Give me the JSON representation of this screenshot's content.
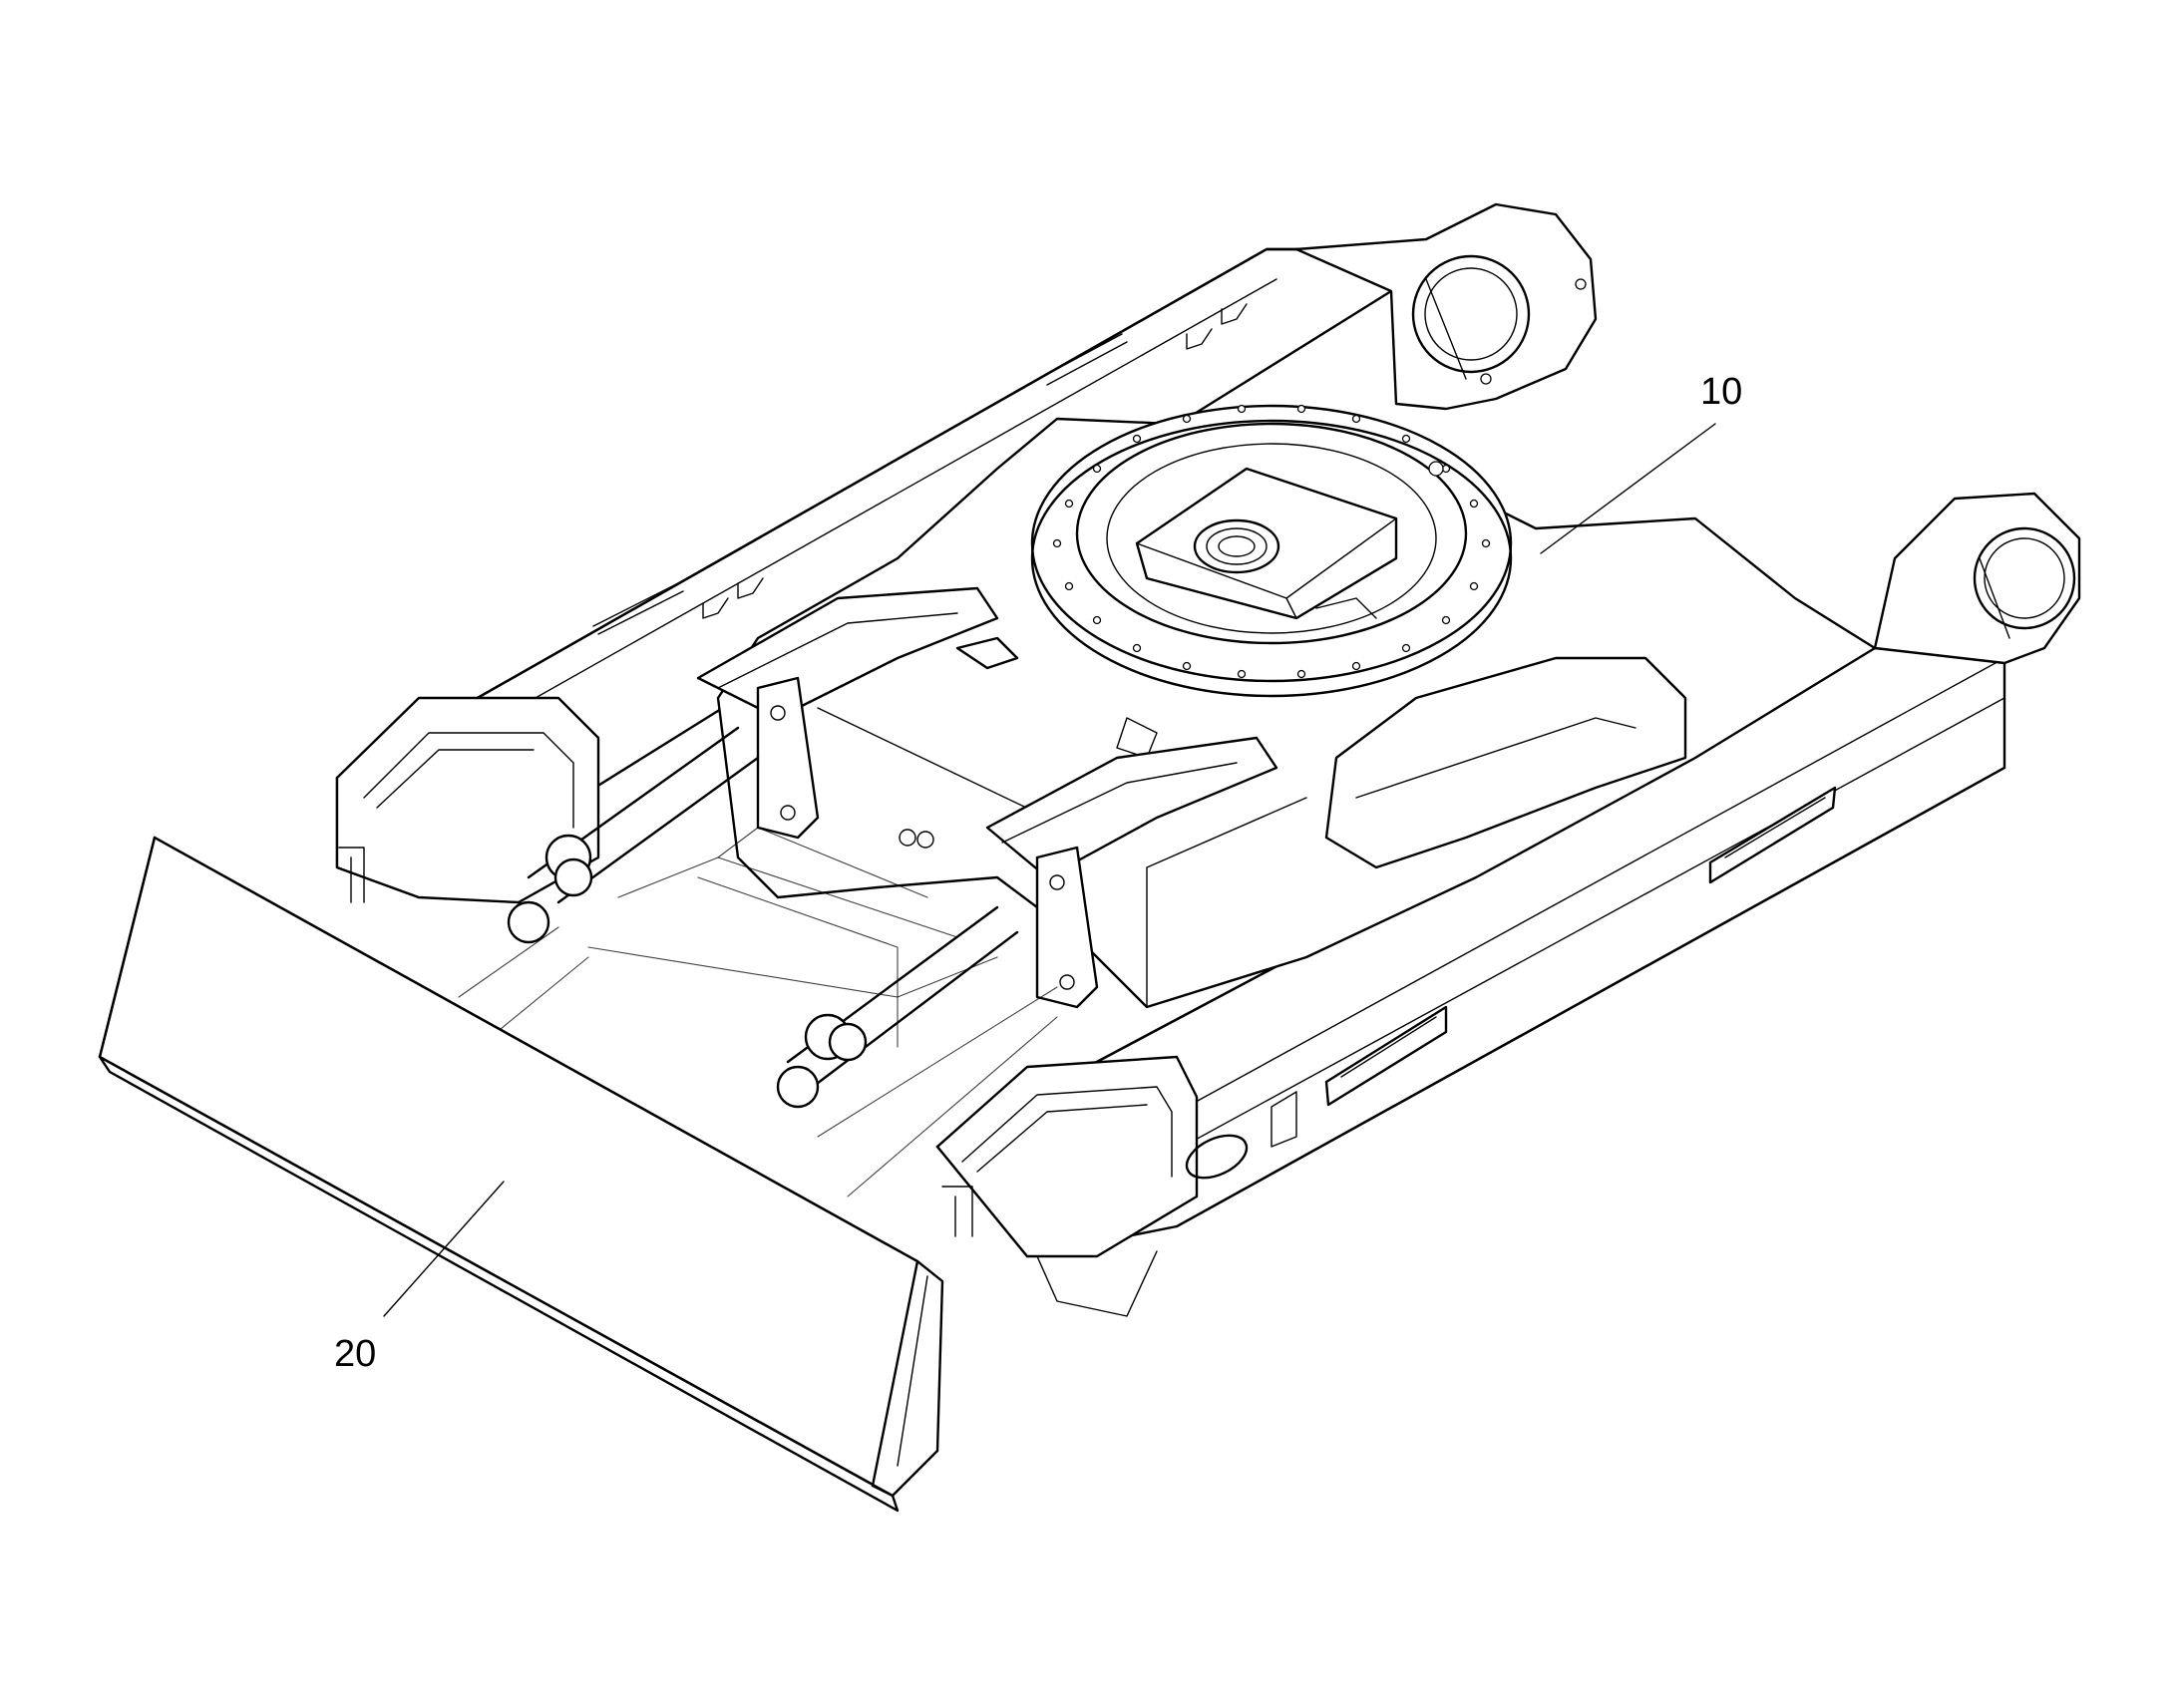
{
  "callouts": [
    {
      "id": "undercarriage-frame",
      "label": "10"
    },
    {
      "id": "dozer-blade",
      "label": "20"
    }
  ],
  "colors": {
    "line": "#000000",
    "background": "#ffffff"
  }
}
